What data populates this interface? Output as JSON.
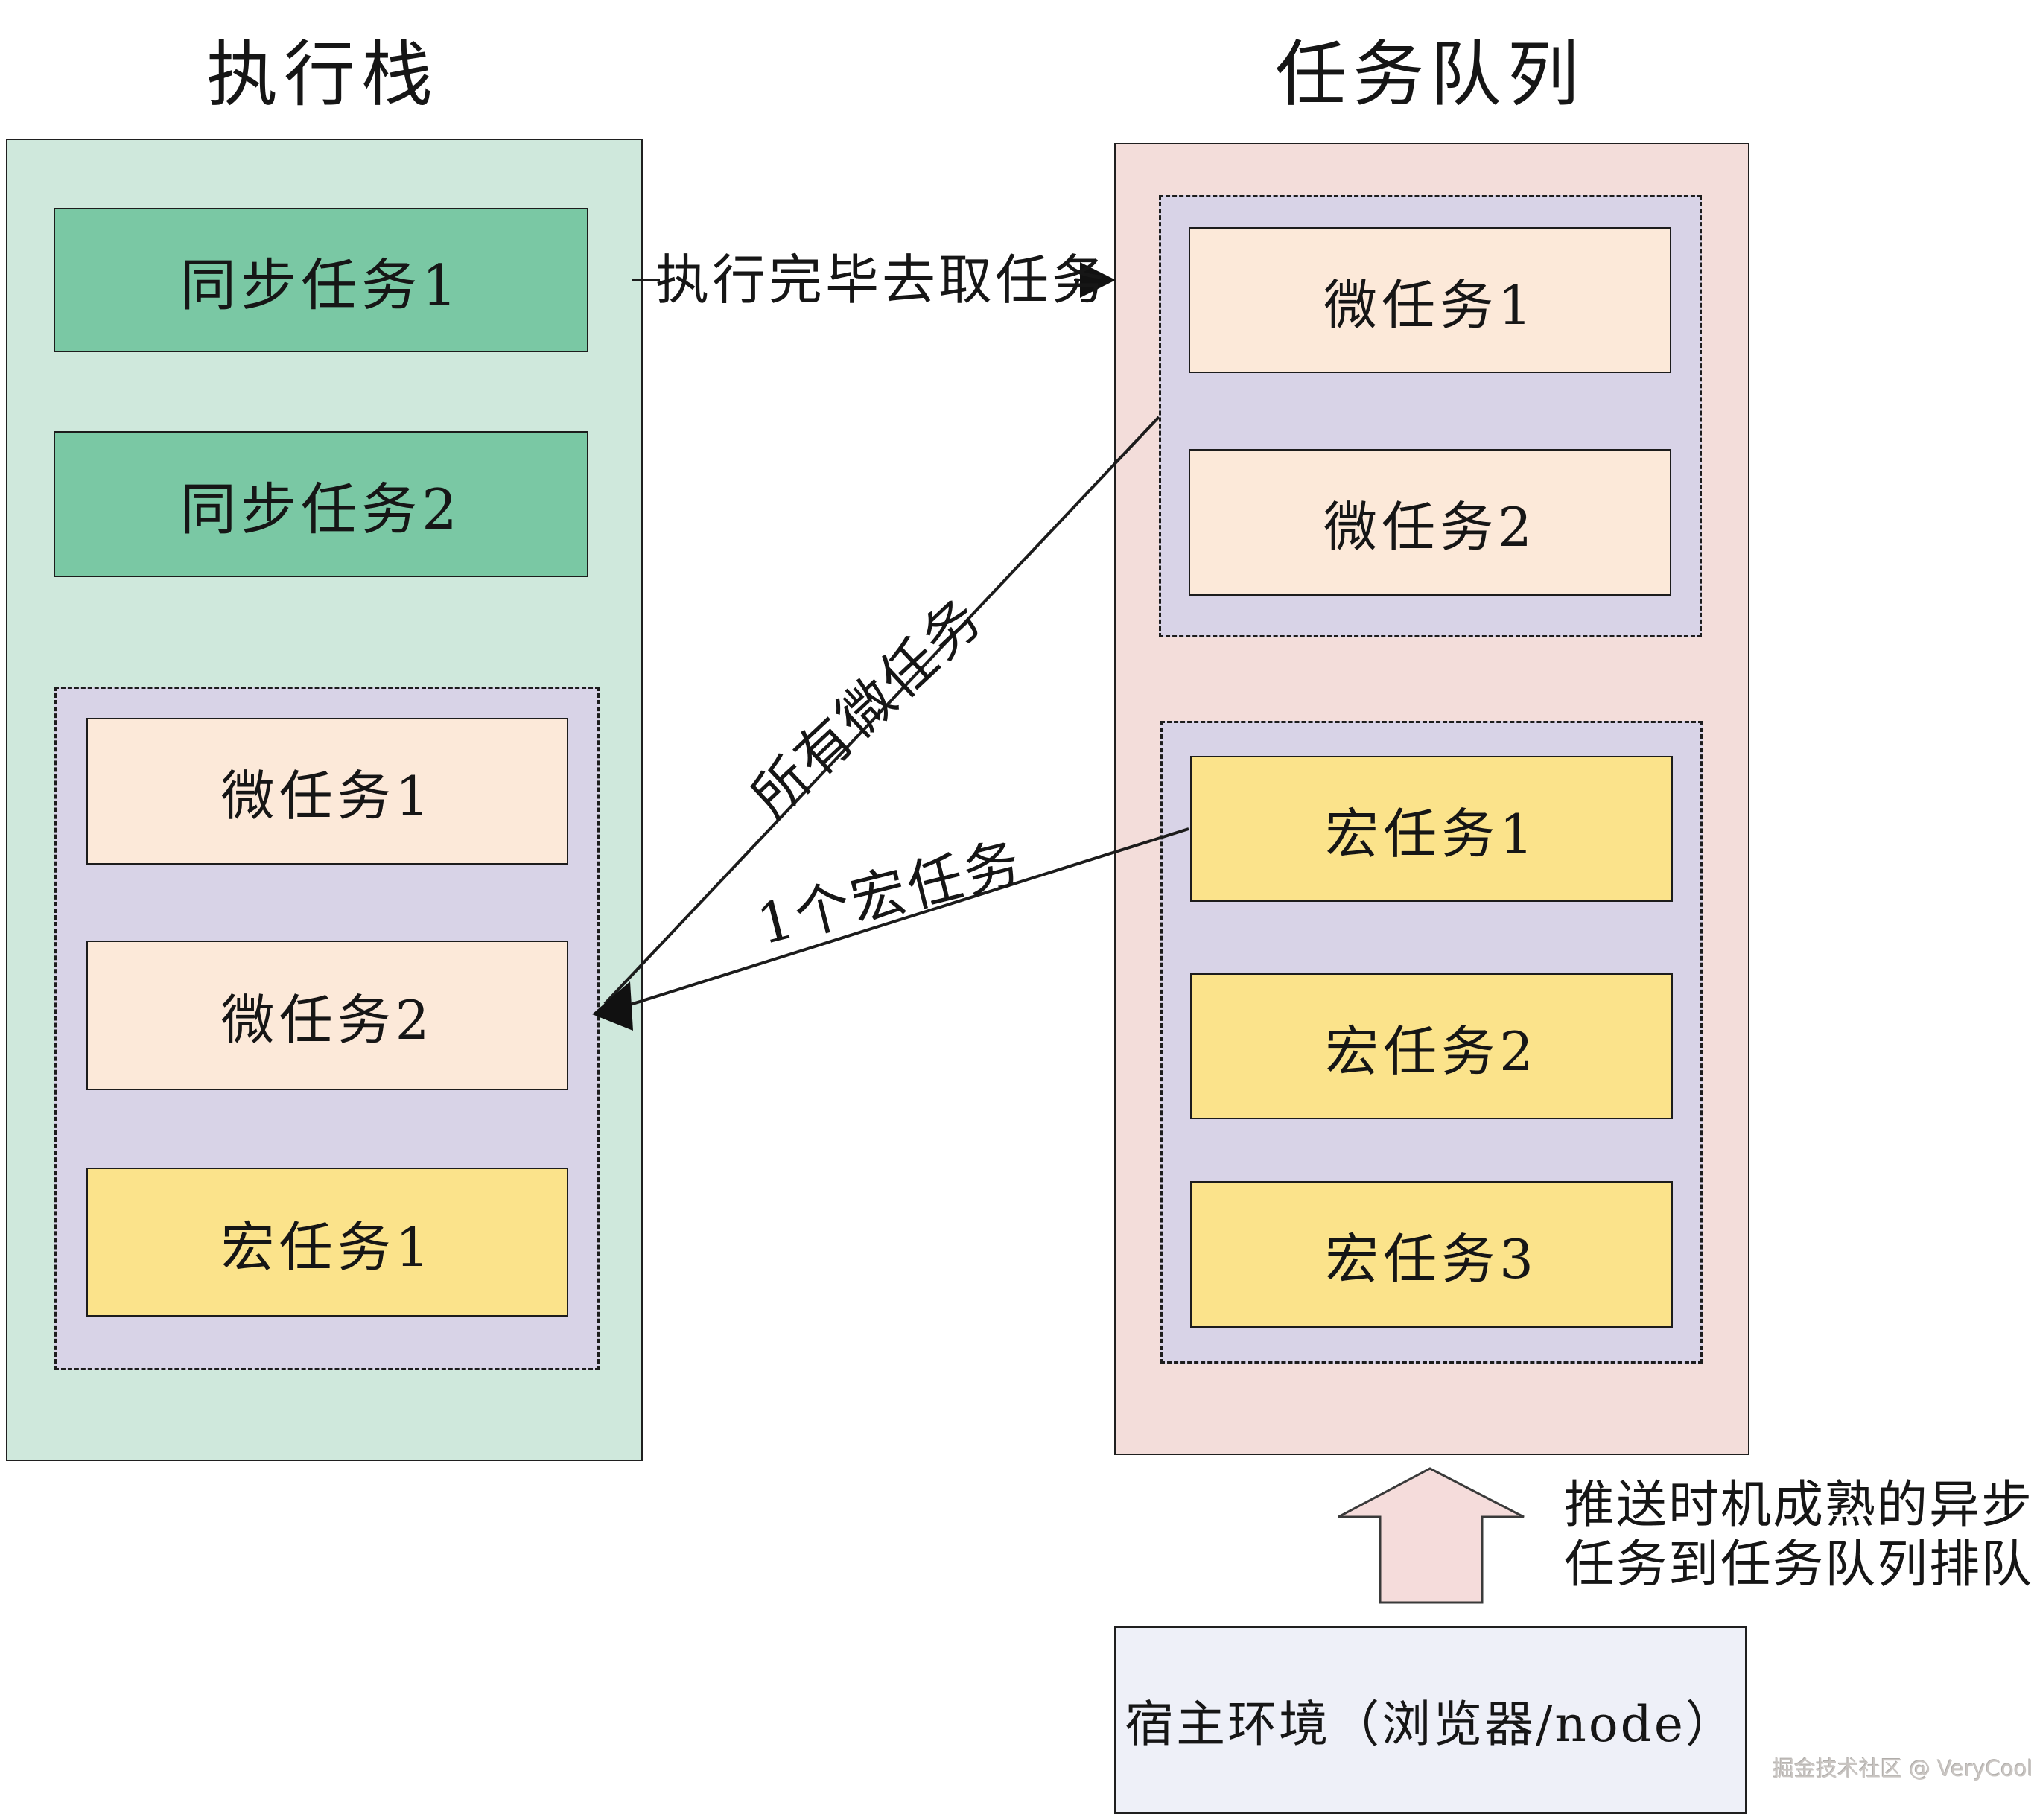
{
  "titles": {
    "left": "执行栈",
    "right": "任务队列"
  },
  "left_panel": {
    "sync1": "同步任务1",
    "sync2": "同步任务2",
    "micro1": "微任务1",
    "micro2": "微任务2",
    "macro1": "宏任务1"
  },
  "right_panel": {
    "micro1": "微任务1",
    "micro2": "微任务2",
    "macro1": "宏任务1",
    "macro2": "宏任务2",
    "macro3": "宏任务3"
  },
  "labels": {
    "fetch": "执行完毕去取任务",
    "all_micro": "所有微任务",
    "one_macro": "1个宏任务",
    "push_line1": "推送时机成熟的异步",
    "push_line2": "任务到任务队列排队"
  },
  "host": {
    "label": "宿主环境（浏览器/node）"
  },
  "watermark": "掘金技术社区 @ VeryCool",
  "colors": {
    "stack_panel": "#cfe8dc",
    "sync_task": "#7ac8a4",
    "queue_panel": "#f3ddda",
    "queue_group": "#d8d3e7",
    "micro_task": "#fce9d9",
    "macro_task": "#fbe38b",
    "host_box": "#eef0f8",
    "push_arrow": "#f5dcdb",
    "line": "#1c1c1c"
  }
}
